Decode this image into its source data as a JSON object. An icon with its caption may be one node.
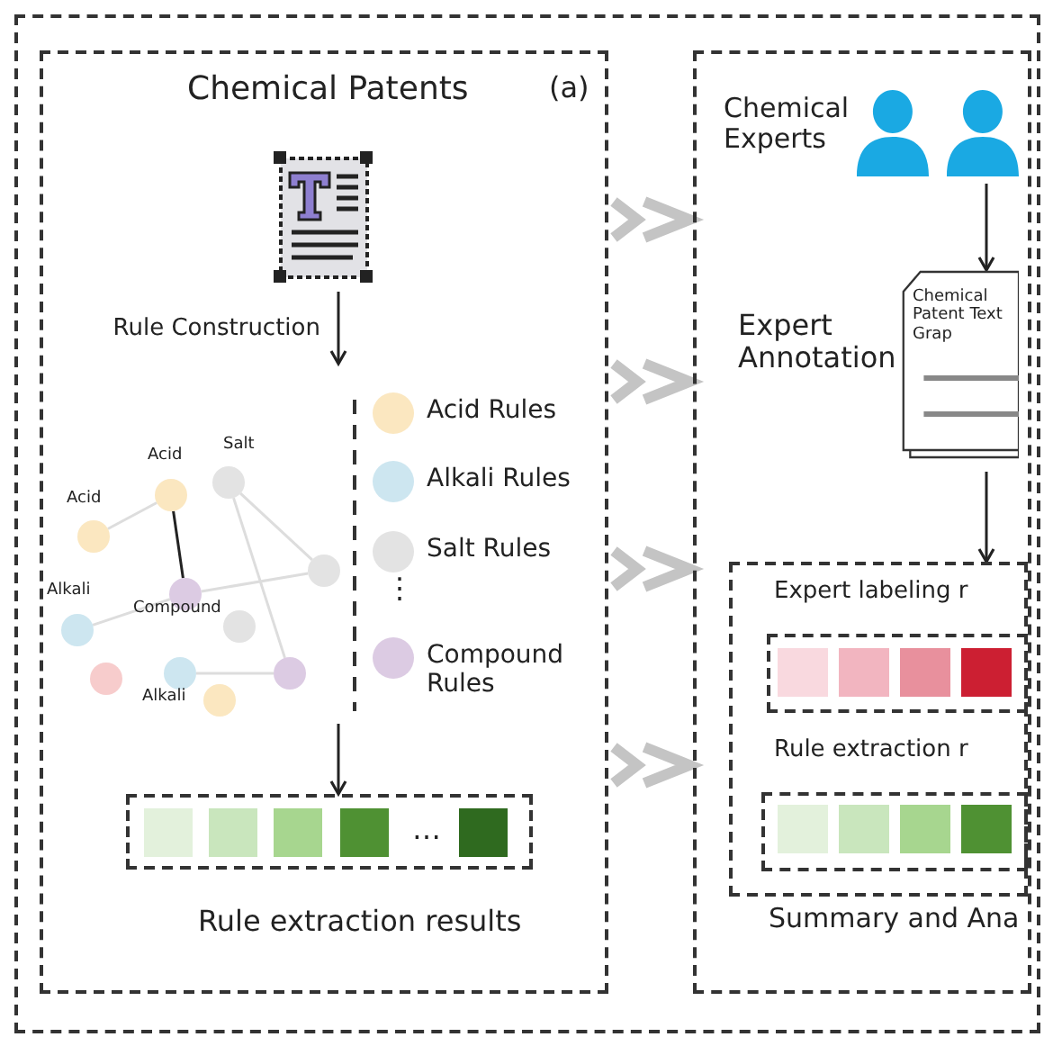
{
  "diagram": {
    "nodes": [
      {
        "text": [],
        "shape": "box"
      },
      {
        "text": [
          "Chemical Patents",
          "(a)"
        ],
        "in": 0
      },
      {
        "text": [],
        "shape": "picture",
        "in": 1
      },
      {
        "text": [
          "Acid"
        ],
        "in": 1
      },
      {
        "text": [
          "Salt"
        ],
        "in": 1
      },
      {
        "text": [
          "Acid"
        ],
        "in": 1
      },
      {
        "text": [],
        "shape": "circle",
        "in": 1
      },
      {
        "text": [
          "Compound"
        ],
        "in": 1
      },
      {
        "text": [
          "Alkali"
        ],
        "in": 1
      },
      {
        "text": [],
        "shape": "circle",
        "in": 1
      },
      {
        "text": [],
        "shape": "circle",
        "in": 1
      },
      {
        "text": [
          "Alkali"
        ],
        "in": 1
      },
      {
        "text": [],
        "shape": "circle",
        "in": 1
      },
      {
        "text": [],
        "shape": "circle",
        "in": 1
      },
      {
        "text": [
          "Rule extraction results"
        ],
        "in": 1
      },
      {
        "text": [],
        "shape": "box",
        "in": 14
      },
      {
        "text": [],
        "shape": "box",
        "in": 14
      },
      {
        "text": [],
        "shape": "box",
        "in": 14
      },
      {
        "text": [],
        "shape": "box",
        "in": 14
      },
      {
        "text": [],
        "shape": "box",
        "in": 14
      },
      {
        "text": [],
        "shape": "box",
        "in": 0
      },
      {
        "text": [],
        "shape": "person",
        "beside": [
          "Chemical Experts"
        ],
        "in": 20
      },
      {
        "text": [],
        "shape": "person",
        "in": 20
      },
      {
        "text": [
          "Chemical Patent Text Grap"
        ],
        "beside": [
          "Expert Annotation"
        ],
        "in": 20
      },
      {
        "text": [
          "Summary and Ana"
        ],
        "in": 20
      },
      {
        "text": [
          "Expert labeling r"
        ],
        "in": 24
      },
      {
        "text": [],
        "shape": "box",
        "in": 25
      },
      {
        "text": [],
        "shape": "box",
        "in": 25
      },
      {
        "text": [],
        "shape": "box",
        "in": 25
      },
      {
        "text": [],
        "shape": "box",
        "in": 25
      },
      {
        "text": [
          "Rule extraction r"
        ],
        "in": 24
      },
      {
        "text": [],
        "shape": "box",
        "in": 30
      },
      {
        "text": [],
        "shape": "box",
        "in": 30
      },
      {
        "text": [],
        "shape": "box",
        "in": 30
      },
      {
        "text": [],
        "shape": "box",
        "in": 30
      }
    ],
    "edges": [
      {
        "from": 2,
        "to": null,
        "arrow": "to",
        "label": "Rule Construction",
        "color": "#222222"
      },
      {
        "from": 5,
        "to": 3,
        "arrow": "none",
        "color": "#dddddd"
      },
      {
        "from": 3,
        "to": 7,
        "arrow": "none",
        "color": "#222222"
      },
      {
        "from": 4,
        "to": 13,
        "arrow": "none",
        "color": "#dddddd"
      },
      {
        "from": 4,
        "to": 6,
        "arrow": "none",
        "color": "#dddddd"
      },
      {
        "from": 7,
        "to": 6,
        "arrow": "none",
        "color": "#dddddd"
      },
      {
        "from": 7,
        "to": 8,
        "arrow": "none",
        "color": "#dddddd"
      },
      {
        "from": 11,
        "to": 13,
        "arrow": "none",
        "color": "#dddddd"
      },
      {
        "from": null,
        "to": 14,
        "arrow": "to",
        "color": "#222222"
      },
      {
        "from": 1,
        "to": 20,
        "arrow": "to",
        "style": "thick",
        "color": "#c4c4c4"
      },
      {
        "from": 1,
        "to": 20,
        "arrow": "to",
        "style": "thick",
        "color": "#c4c4c4"
      },
      {
        "from": 1,
        "to": 20,
        "arrow": "to",
        "style": "thick",
        "color": "#c4c4c4"
      },
      {
        "from": 1,
        "to": 20,
        "arrow": "to",
        "style": "thick",
        "color": "#c4c4c4"
      },
      {
        "from": 22,
        "to": 23,
        "arrow": "to",
        "color": "#222222"
      },
      {
        "from": 23,
        "to": 24,
        "arrow": "to",
        "color": "#222222"
      }
    ],
    "labels": [
      "⋮",
      "…"
    ],
    "legend": [
      {
        "text": "Acid Rules",
        "color": "#fbe7c0"
      },
      {
        "text": "Alkali Rules",
        "color": "#cde6f0"
      },
      {
        "text": "Salt Rules",
        "color": "#e3e3e3"
      },
      {
        "text": "Compound Rules",
        "color": "#dccbe3"
      }
    ]
  }
}
